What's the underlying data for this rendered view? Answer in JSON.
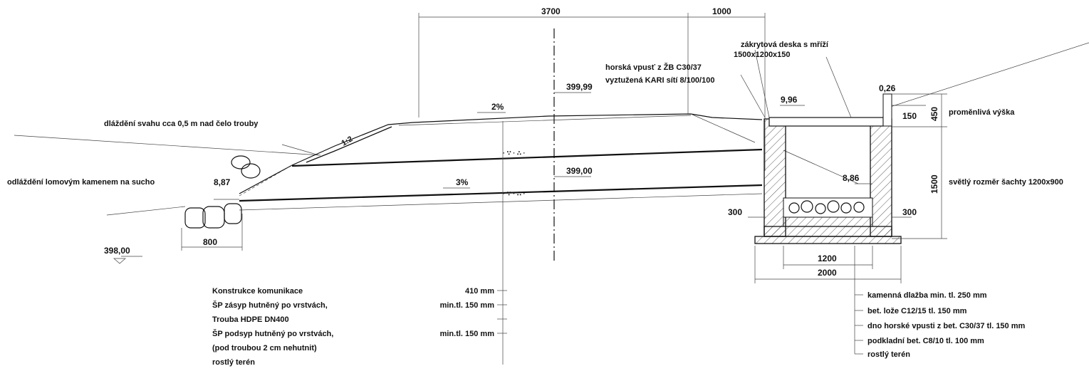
{
  "dimensions": {
    "d_3700": "3700",
    "d_1000": "1000",
    "d_800": "800",
    "d_300_left": "300",
    "d_300_right": "300",
    "d_1200": "1200",
    "d_2000": "2000",
    "d_450": "450",
    "d_150": "150",
    "d_1500": "1500",
    "d_026": "0,26"
  },
  "levels": {
    "l_39999": "399,99",
    "l_39900": "399,00",
    "l_39800": "398,00",
    "l_887": "8,87",
    "l_886": "8,86",
    "l_996": "9,96"
  },
  "slopes": {
    "s_road": "2%",
    "s_pipe": "3%",
    "s_bank": "1:2"
  },
  "labels": {
    "paving_slope": "dláždění svahu cca 0,5 m nad čelo trouby",
    "paving_stone": "odláždění lomovým kamenem na sucho",
    "inlet_line1": "horská vpusť z ŽB C30/37",
    "inlet_line2": "vyztužená KARI sítí 8/100/100",
    "cover_line1": "zákrytová deska s mříží",
    "cover_line2": "1500x1200x150",
    "variable_height": "proměnlivá výška",
    "shaft_size": "světlý rozměr šachty 1200x900"
  },
  "road_layers": {
    "title": "Konstrukce komunikace",
    "rows": [
      {
        "text": "ŠP zásyp hutněný po vrstvách,",
        "value": "min.tl. 150 mm"
      },
      {
        "text": "Trouba HDPE DN400",
        "value": ""
      },
      {
        "text": "ŠP podsyp hutněný po vrstvách,",
        "value": "min.tl. 150 mm"
      },
      {
        "text": "(pod troubou 2 cm nehutnit)",
        "value": ""
      },
      {
        "text": "rostlý terén",
        "value": ""
      }
    ],
    "top_value": "410 mm"
  },
  "inlet_layers": [
    "kamenná dlažba min. tl. 250 mm",
    "bet. lože C12/15 tl. 150 mm",
    "dno horské vpusti z bet. C30/37 tl. 150 mm",
    "podkladní bet. C8/10 tl. 100 mm",
    "rostlý terén"
  ]
}
